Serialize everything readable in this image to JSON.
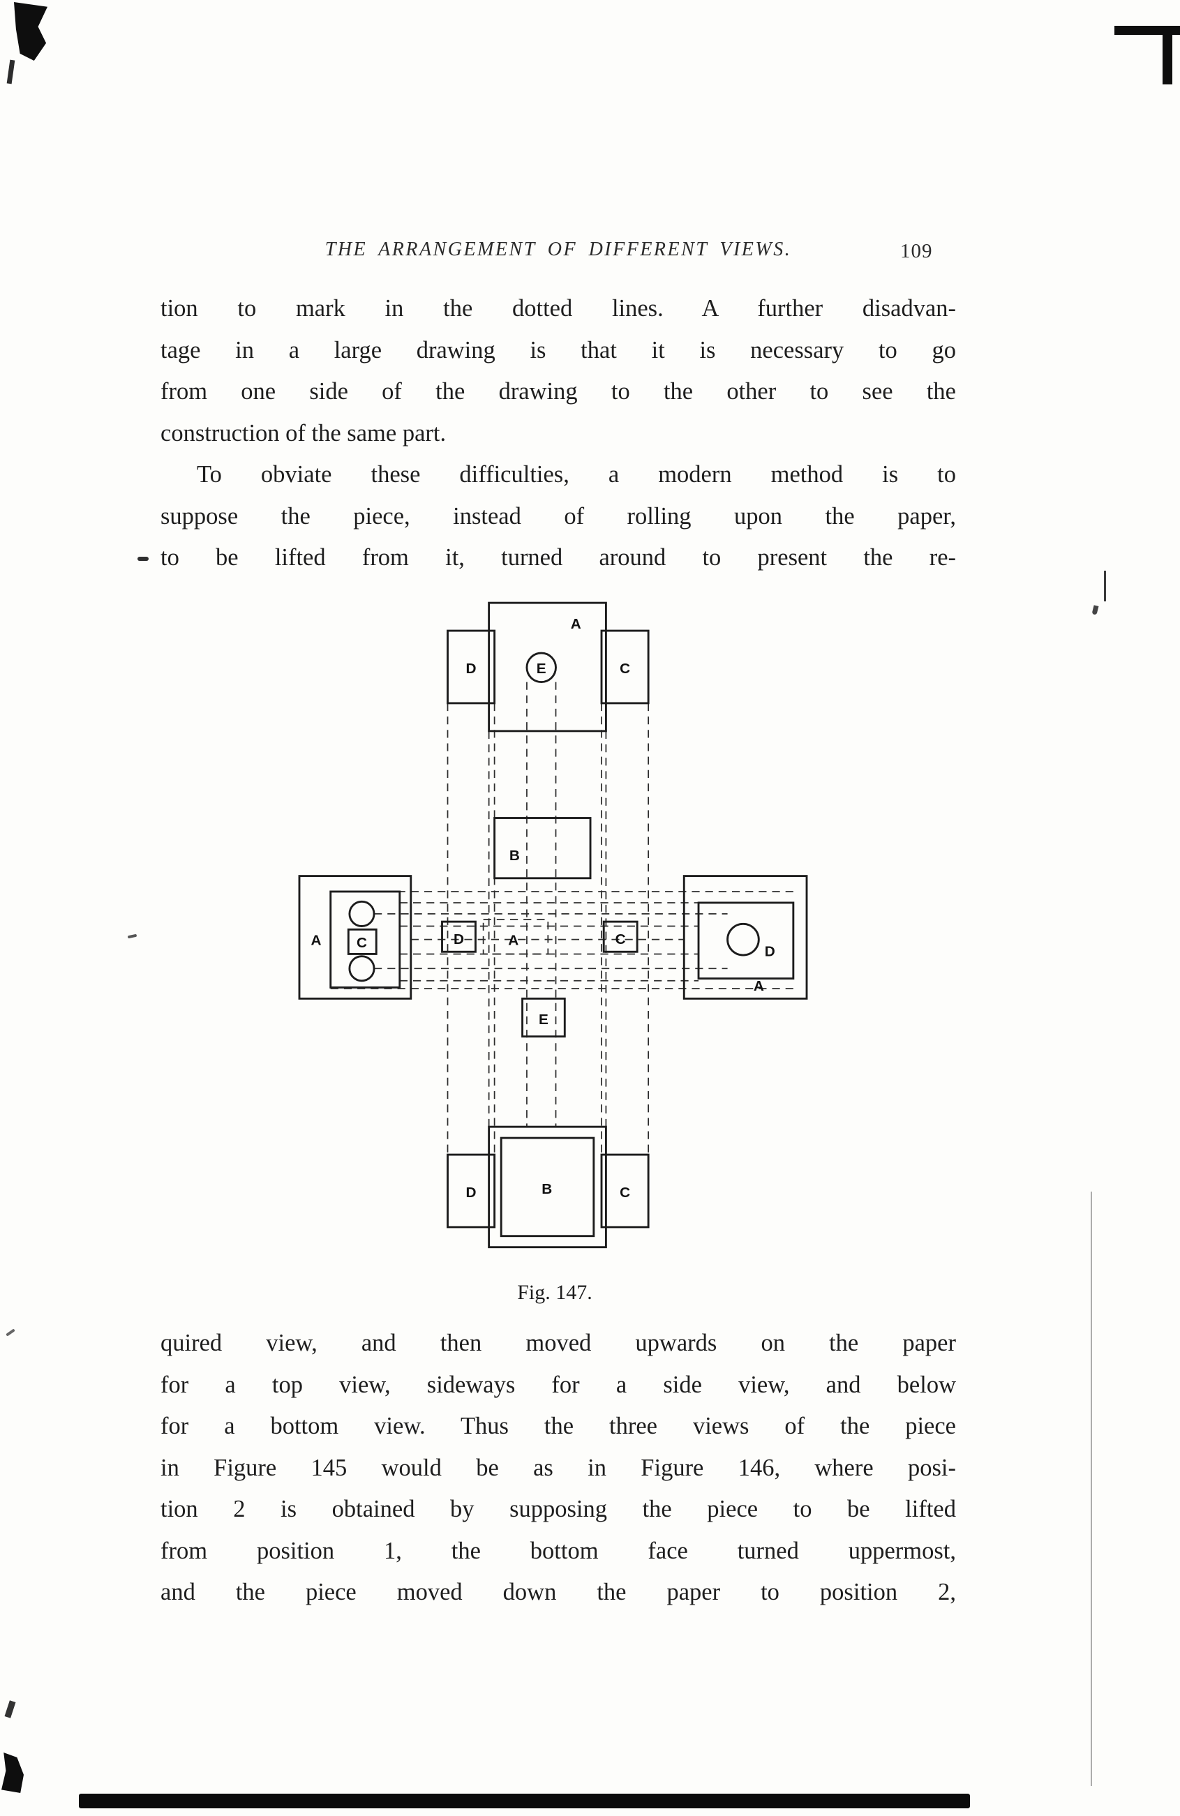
{
  "header": {
    "title": "THE ARRANGEMENT OF DIFFERENT VIEWS.",
    "page_number": "109"
  },
  "paragraphs": {
    "p1": {
      "lines": [
        "tion to mark in the dotted lines.  A further disadvan-",
        "tage in a large drawing is that it is necessary to go",
        "from one side of the drawing to the other to see the",
        "construction of the same part."
      ]
    },
    "p2": {
      "lines": [
        "To obviate these difficulties, a modern method is to",
        "suppose the piece, instead of rolling upon the paper,",
        "to be lifted from it, turned around to present the re-"
      ]
    },
    "p3": {
      "lines": [
        "quired view, and then moved upwards on the paper",
        "for a top view, sideways for a side view, and below",
        "for a bottom view.  Thus the three views of the piece",
        "in Figure 145 would be as in Figure 146, where posi-",
        "tion 2 is obtained by supposing the piece to be lifted",
        "from position 1, the bottom face turned uppermost,",
        "and the piece moved down the paper to position 2,"
      ]
    }
  },
  "figure": {
    "caption": "Fig. 147.",
    "labels": {
      "top_a": "A",
      "top_d": "D",
      "top_e": "E",
      "top_c": "C",
      "mid_b": "B",
      "left_a": "A",
      "left_c": "C",
      "center_d": "D",
      "center_a": "A",
      "center_c": "C",
      "right_d": "D",
      "right_a": "A",
      "mid_e": "E",
      "bottom_d": "D",
      "bottom_b": "B",
      "bottom_c": "C"
    }
  },
  "colors": {
    "ink": "#1c1c1c",
    "paper": "#fdfdfb"
  }
}
